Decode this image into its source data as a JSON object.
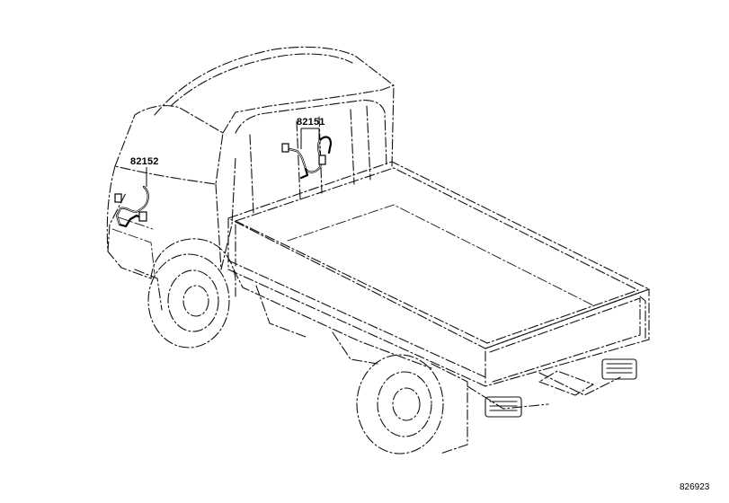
{
  "callouts": {
    "front_harness": "82152",
    "rear_harness": "82151"
  },
  "figure_number": "826923",
  "colors": {
    "line": "#111111",
    "background": "#ffffff"
  }
}
